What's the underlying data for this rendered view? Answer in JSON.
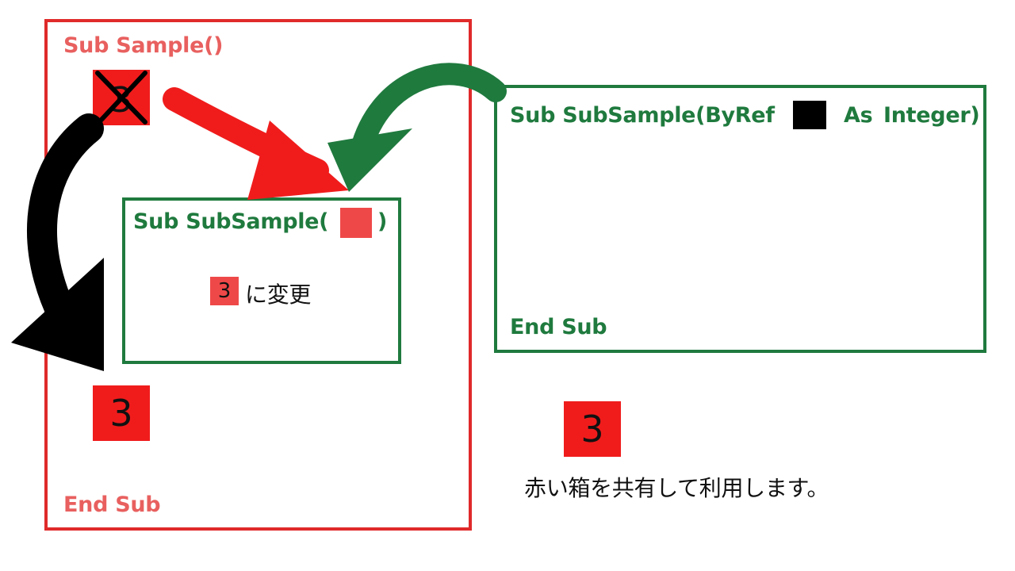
{
  "main_sub": {
    "header": "Sub Sample()",
    "value": "3",
    "footer": "End Sub"
  },
  "call": {
    "header": "Sub SubSample(",
    "header_close": ")",
    "value": "3",
    "action": "に変更"
  },
  "definition": {
    "prefix": "Sub SubSample(ByRef",
    "suffix_as": "As",
    "suffix_type": "Integer)",
    "footer": "End Sub"
  },
  "note": {
    "value": "3",
    "text": "赤い箱を共有して利用します。"
  },
  "colors": {
    "red": "#f01c1c",
    "green": "#1f7a3e",
    "red_text": "#e8605f",
    "black": "#000000"
  }
}
